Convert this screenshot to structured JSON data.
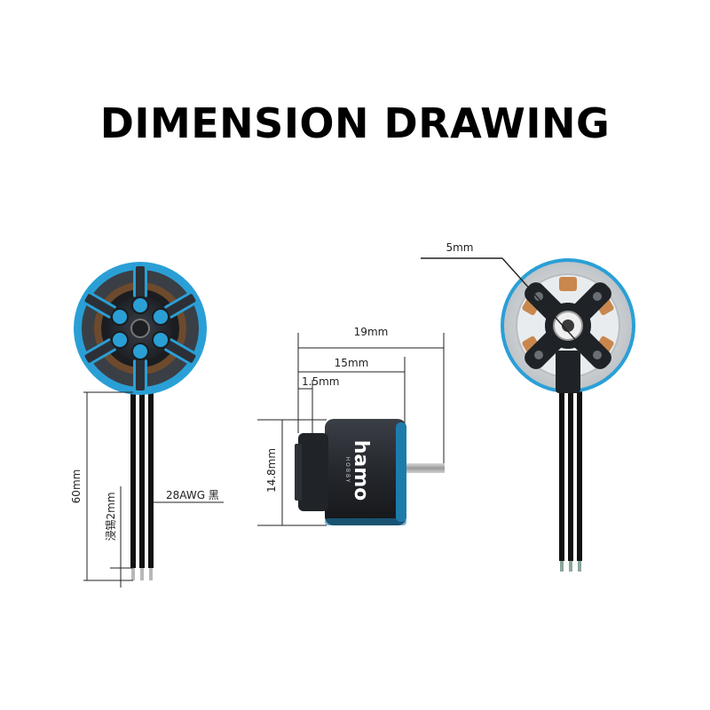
{
  "title": "DIMENSION DRAWING",
  "dimensions": {
    "shaft_diameter": "5mm",
    "overall_length": "19mm",
    "body_length": "15mm",
    "base_thickness": "1.5mm",
    "body_diameter": "14.8mm",
    "wire_length": "60mm",
    "tin_length": "浸锡2mm",
    "wire_gauge": "28AWG 黑"
  },
  "brand": {
    "name": "hamo",
    "sub": "HOBBY"
  },
  "colors": {
    "accent_blue": "#2a9fd6",
    "motor_dark": "#2a2d33",
    "wire_black": "#111111"
  }
}
